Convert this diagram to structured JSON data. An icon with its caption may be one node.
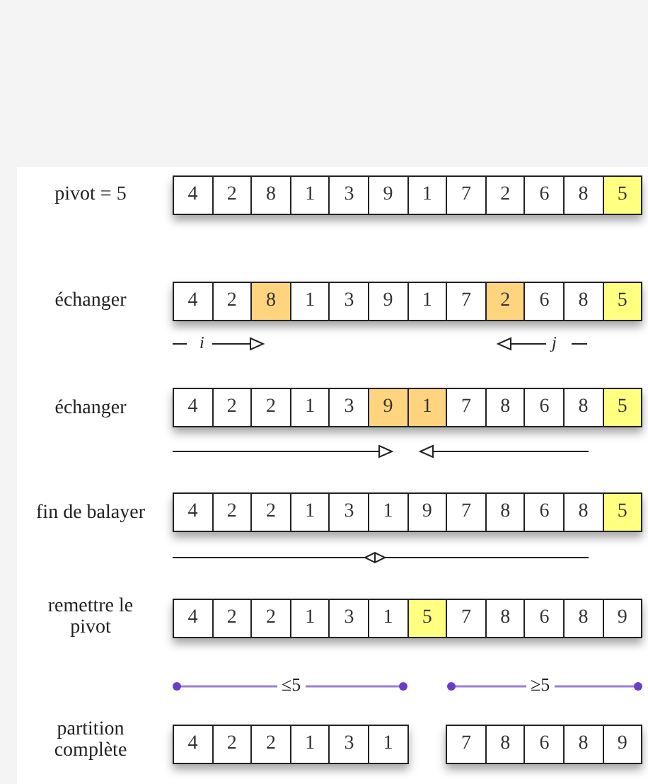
{
  "diagram": {
    "nodes": [
      {
        "text": [
          "4"
        ]
      },
      {
        "text": [
          "2"
        ]
      },
      {
        "text": [
          "8"
        ]
      },
      {
        "text": [
          "1"
        ]
      },
      {
        "text": [
          "3"
        ]
      },
      {
        "text": [
          "9"
        ]
      },
      {
        "text": [
          "1"
        ]
      },
      {
        "text": [
          "7"
        ]
      },
      {
        "text": [
          "2"
        ]
      },
      {
        "text": [
          "6"
        ]
      },
      {
        "text": [
          "8"
        ]
      },
      {
        "text": [
          "5"
        ]
      },
      {
        "text": [
          "4"
        ]
      },
      {
        "text": [
          "2"
        ]
      },
      {
        "text": [
          "8"
        ]
      },
      {
        "text": [
          "1"
        ]
      },
      {
        "text": [
          "3"
        ]
      },
      {
        "text": [
          "9"
        ]
      },
      {
        "text": [
          "1"
        ]
      },
      {
        "text": [
          "7"
        ]
      },
      {
        "text": [
          "2"
        ]
      },
      {
        "text": [
          "6"
        ]
      },
      {
        "text": [
          "8"
        ]
      },
      {
        "text": [
          "5"
        ]
      },
      {
        "text": [
          "4"
        ]
      },
      {
        "text": [
          "2"
        ]
      },
      {
        "text": [
          "2"
        ]
      },
      {
        "text": [
          "1"
        ]
      },
      {
        "text": [
          "3"
        ]
      },
      {
        "text": [
          "9"
        ]
      },
      {
        "text": [
          "1"
        ]
      },
      {
        "text": [
          "7"
        ]
      },
      {
        "text": [
          "8"
        ]
      },
      {
        "text": [
          "6"
        ]
      },
      {
        "text": [
          "8"
        ]
      },
      {
        "text": [
          "5"
        ]
      },
      {
        "text": [
          "4"
        ]
      },
      {
        "text": [
          "2"
        ]
      },
      {
        "text": [
          "2"
        ]
      },
      {
        "text": [
          "1"
        ]
      },
      {
        "text": [
          "3"
        ]
      },
      {
        "text": [
          "1"
        ]
      },
      {
        "text": [
          "9"
        ]
      },
      {
        "text": [
          "7"
        ]
      },
      {
        "text": [
          "8"
        ]
      },
      {
        "text": [
          "6"
        ]
      },
      {
        "text": [
          "8"
        ]
      },
      {
        "text": [
          "5"
        ]
      },
      {
        "text": [
          "4"
        ]
      },
      {
        "text": [
          "2"
        ]
      },
      {
        "text": [
          "2"
        ]
      },
      {
        "text": [
          "1"
        ]
      },
      {
        "text": [
          "3"
        ]
      },
      {
        "text": [
          "1"
        ]
      },
      {
        "text": [
          "5"
        ]
      },
      {
        "text": [
          "7"
        ]
      },
      {
        "text": [
          "8"
        ]
      },
      {
        "text": [
          "6"
        ]
      },
      {
        "text": [
          "8"
        ]
      },
      {
        "text": [
          "9"
        ]
      },
      {
        "text": [
          "4"
        ]
      },
      {
        "text": [
          "2"
        ]
      },
      {
        "text": [
          "2"
        ]
      },
      {
        "text": [
          "1"
        ]
      },
      {
        "text": [
          "3"
        ]
      },
      {
        "text": [
          "1"
        ]
      },
      {
        "text": [
          "7"
        ]
      },
      {
        "text": [
          "8"
        ]
      },
      {
        "text": [
          "6"
        ]
      },
      {
        "text": [
          "8"
        ]
      },
      {
        "text": [
          "9"
        ]
      }
    ],
    "labels": [
      "pivot = 5",
      "échanger",
      "i",
      "j",
      "échanger",
      "fin de balayer",
      "remettre le pivot",
      "≤5",
      "≥5",
      "partition complète"
    ]
  }
}
